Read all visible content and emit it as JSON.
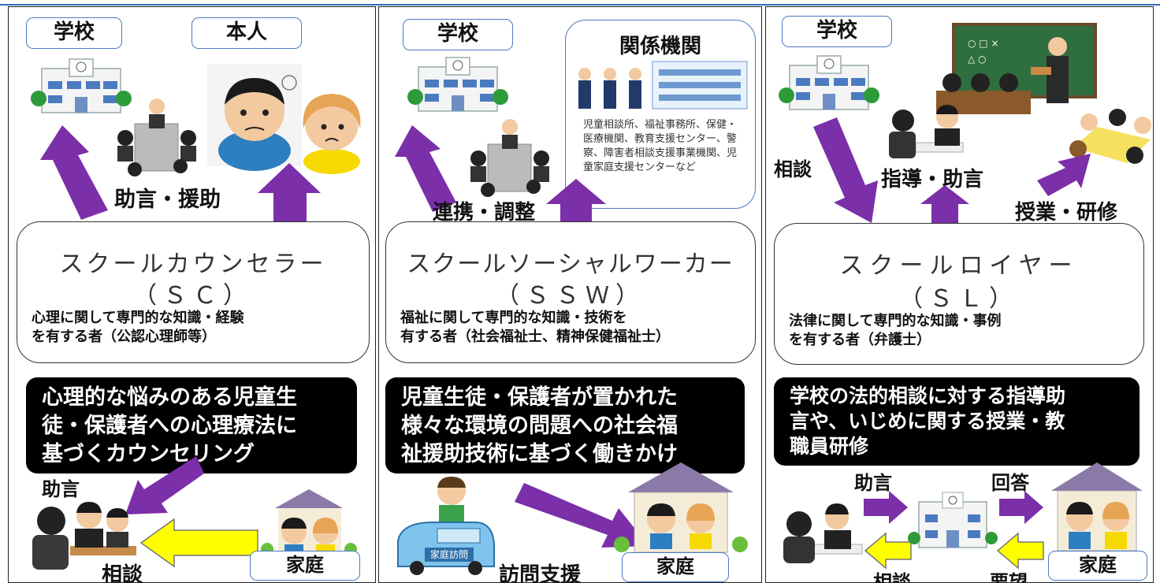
{
  "sc": {
    "school_label": "学校",
    "self_label": "本人",
    "advice_support": "助言・援助",
    "role_name": "スクールカウンセラー",
    "role_abbr": "（ＳＣ）",
    "role_desc": "心理に関して専門的な知識・経験\nを有する者（公認心理師等）",
    "duty": "心理的な悩みのある児童生\n徒・保護者への心理療法に\n基づくカウンセリング",
    "advice": "助言",
    "consult": "相談",
    "home": "家庭"
  },
  "ssw": {
    "school_label": "学校",
    "agencies_title": "関係機関",
    "agencies_text": "児童相談所、福祉事務所、保健・医療機関、教育支援センター、警察、障害者相談支援事業機関、児童家庭支援センターなど",
    "coordination": "連携・調整",
    "role_name": "スクールソーシャルワーカー",
    "role_abbr": "（ＳＳＷ）",
    "role_desc": "福祉に関して専門的な知識・技術を\n有する者（社会福祉士、精神保健福祉士）",
    "duty": "児童生徒・保護者が置かれた\n様々な環境の問題への社会福\n祉援助技術に基づく働きかけ",
    "car_sign": "家庭訪問",
    "visit_support": "訪問支援",
    "home": "家庭"
  },
  "sl": {
    "school_label": "学校",
    "consult_top": "相談",
    "guidance": "指導・助言",
    "classes": "授業・研修",
    "role_name": "スクールロイヤー",
    "role_abbr": "（ＳＬ）",
    "role_desc": "法律に関して専門的な知識・事例\nを有する者（弁護士）",
    "duty": "学校の法的相談に対する指導助\n言や、いじめに関する授業・教\n職員研修",
    "advice": "助言",
    "answer": "回答",
    "consult": "相談",
    "request": "要望",
    "home": "家庭"
  },
  "colors": {
    "purple_arrow": "#7b2fa8",
    "yellow_arrow": "#ffff00",
    "box_border": "#4a7bc0",
    "duty_bg": "#000000"
  }
}
